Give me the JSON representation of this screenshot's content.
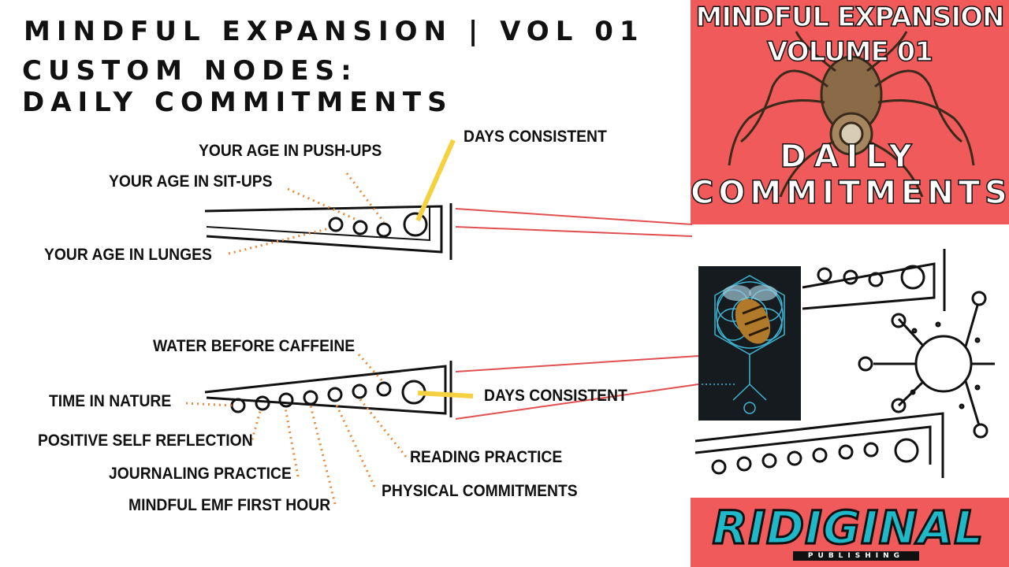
{
  "header": {
    "line1": "MINDFUL EXPANSION | VOL 01",
    "line2": "CUSTOM NODES:",
    "line3": "DAILY COMMITMENTS"
  },
  "top_node": {
    "labels": {
      "days_consistent": "DAYS CONSISTENT",
      "pushups": "YOUR AGE IN PUSH-UPS",
      "situps": "YOUR AGE IN SIT-UPS",
      "lunges": "YOUR AGE IN LUNGES"
    }
  },
  "bottom_node": {
    "labels": {
      "water": "WATER BEFORE CAFFEINE",
      "nature": "TIME IN NATURE",
      "days_consistent": "DAYS CONSISTENT",
      "self_reflection": "POSITIVE SELF REFLECTION",
      "reading": "READING PRACTICE",
      "journaling": "JOURNALING PRACTICE",
      "physical": "PHYSICAL COMMITMENTS",
      "emf": "MINDFUL EMF FIRST HOUR"
    }
  },
  "cover": {
    "title1": "MINDFUL EXPANSION",
    "title2": "VOLUME 01",
    "sub1": "DAILY",
    "sub2": "COMMITMENTS"
  },
  "publisher": {
    "name": "RIDIGINAL",
    "sub": "PUBLISHING"
  },
  "colors": {
    "cover_bg": "#f05a5a",
    "dotted_line": "#e8893a",
    "highlight": "#f5d142",
    "connector": "#e05050",
    "publisher_text": "#1fb8c8"
  }
}
